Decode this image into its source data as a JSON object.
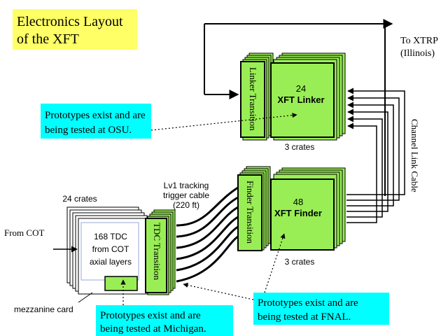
{
  "title": {
    "line1": "Electronics Layout",
    "line2": "of the XFT"
  },
  "to_xtrp": {
    "line1": "To XTRP",
    "line2": "(Illinois)"
  },
  "linker": {
    "count": "24",
    "name": "XFT Linker",
    "transition": "Linker Transition",
    "crates": "3 crates"
  },
  "finder": {
    "count": "48",
    "name": "XFT Finder",
    "transition": "Finder Transition",
    "crates": "3 crates"
  },
  "tdc": {
    "crates": "24 crates",
    "line1": "168  TDC",
    "line2": "from COT",
    "line3": "axial layers",
    "transition": "TDC Transition"
  },
  "cable": {
    "line1": "Lv1 tracking",
    "line2": "trigger cable",
    "line3": "(220 ft)"
  },
  "channel_link_cable": "Channel Link Cable",
  "from_cot": "From COT",
  "mezzanine": "mezzanine card",
  "notes": {
    "osu": {
      "line1": "Prototypes exist and are",
      "line2": "being tested at OSU."
    },
    "michigan": {
      "line1": "Prototypes exist and are",
      "line2": "being tested at Michigan."
    },
    "fnal": {
      "line1": "Prototypes exist and are",
      "line2": "being tested at FNAL."
    }
  },
  "colors": {
    "board_green": "#99ee55",
    "title_yellow": "#ffff66",
    "note_cyan": "#00ffff",
    "line_black": "#000000"
  }
}
